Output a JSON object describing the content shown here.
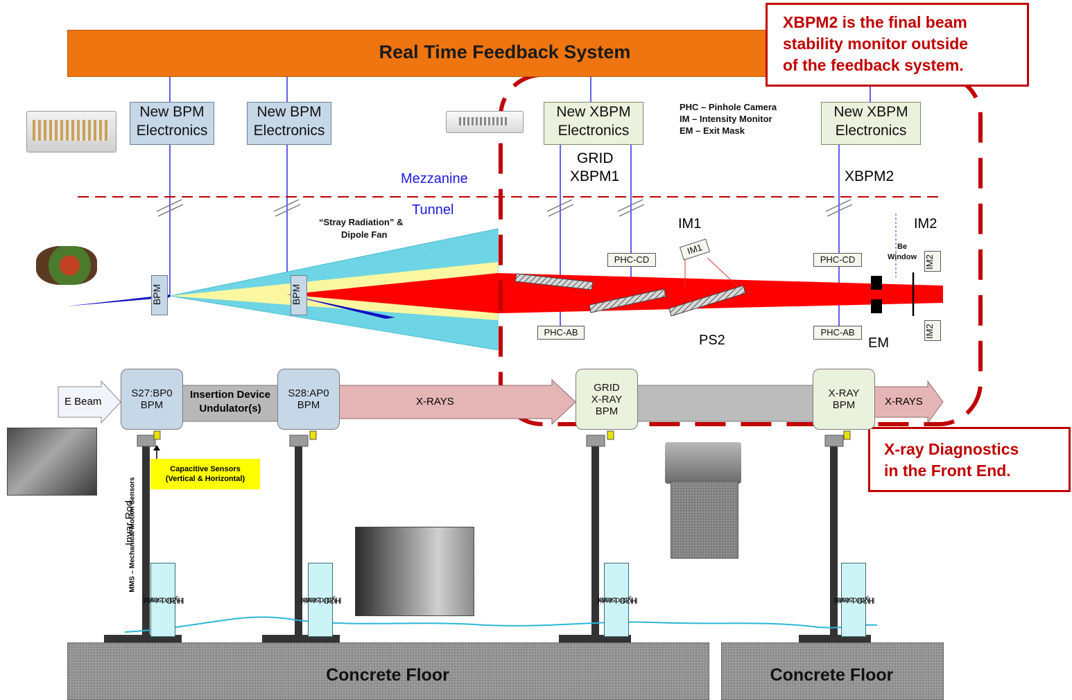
{
  "header": {
    "title": "Real Time Feedback System"
  },
  "electronics": {
    "bpm1": {
      "line1": "New BPM",
      "line2": "Electronics"
    },
    "bpm2": {
      "line1": "New BPM",
      "line2": "Electronics"
    },
    "xbpm1": {
      "line1": "New XBPM",
      "line2": "Electronics"
    },
    "xbpm2": {
      "line1": "New XBPM",
      "line2": "Electronics"
    }
  },
  "legend": {
    "line1": "PHC – Pinhole Camera",
    "line2": "IM – Intensity Monitor",
    "line3": "EM – Exit Mask"
  },
  "labels": {
    "grid": "GRID",
    "xbpm1": "XBPM1",
    "xbpm2": "XBPM2",
    "mezzanine": "Mezzanine",
    "tunnel": "Tunnel",
    "stray1": "“Stray Radiation” &",
    "stray2": "Dipole Fan",
    "im1": "IM1",
    "im2": "IM2",
    "im1_box": "IM1",
    "im2_box": "IM2",
    "be1": "Be",
    "be2": "Window",
    "phc_cd1": "PHC-CD",
    "phc_cd2": "PHC-CD",
    "phc_ab1": "PHC-AB",
    "phc_ab2": "PHC-AB",
    "ps2": "PS2",
    "em": "EM",
    "bpm_a": "BPM",
    "bpm_b": "BPM"
  },
  "callouts": {
    "top": [
      "XBPM2 is the final beam",
      "stability monitor outside",
      "of the feedback system."
    ],
    "bottom": [
      "X-ray Diagnostics",
      "in the Front End."
    ]
  },
  "stages": {
    "ebeam": "E Beam",
    "s27": [
      "S27:BP0",
      "BPM"
    ],
    "insertion": [
      "Insertion Device",
      "Undulator(s)"
    ],
    "s28": [
      "S28:AP0",
      "BPM"
    ],
    "xrays1": "X-RAYS",
    "grid": [
      "GRID",
      "X-RAY",
      "BPM"
    ],
    "xray_bpm": [
      "X-RAY",
      "BPM"
    ],
    "xrays2": "X-RAYS"
  },
  "sensors": {
    "line1": "Capacitive Sensors",
    "line2": "(Vertical & Horizontal)"
  },
  "side": {
    "mms": "MMS – Mechanical Motion Sensors",
    "invar": "Invar Rod"
  },
  "hydro": {
    "line1": "Hydrostatic",
    "line2": "H2O Level"
  },
  "floor": {
    "left": "Concrete Floor",
    "right": "Concrete Floor"
  },
  "colors": {
    "feedback": "#ee7510",
    "callout": "#c00000",
    "beam": "#ff0000",
    "bpm_box": "#c6d7e8",
    "xbpm_box": "#eaf1dd",
    "fan": "#6fe0ee",
    "fan_inner": "#fbf7a0"
  }
}
